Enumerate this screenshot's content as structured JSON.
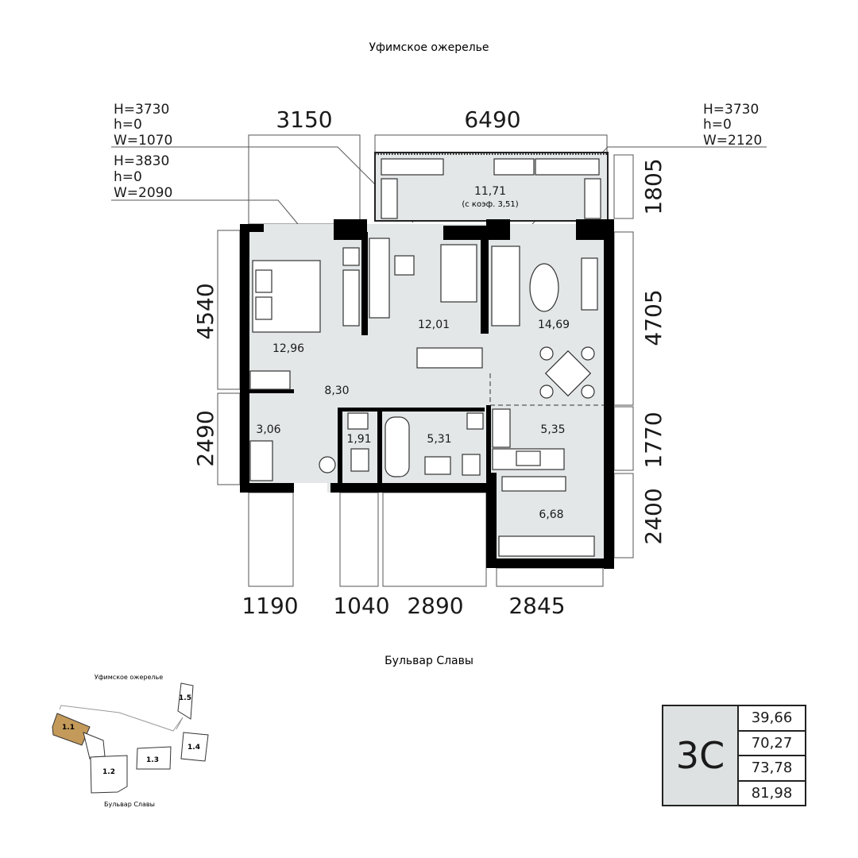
{
  "streets": {
    "top": "Уфимское ожерелье",
    "bottom": "Бульвар Славы"
  },
  "window_notes": [
    {
      "H": "H=3730",
      "h": "h=0",
      "W": "W=1070"
    },
    {
      "H": "H=3830",
      "h": "h=0",
      "W": "W=2090"
    },
    {
      "H": "H=3730",
      "h": "h=0",
      "W": "W=2120"
    }
  ],
  "dimensions": {
    "top": [
      "3150",
      "6490"
    ],
    "left": [
      "4540",
      "2490"
    ],
    "right": [
      "1805",
      "4705",
      "1770",
      "2400"
    ],
    "bottom": [
      "1190",
      "1040",
      "2890",
      "2845"
    ]
  },
  "rooms": {
    "balcony": {
      "area": "11,71",
      "note": "(с коэф. 3,51)"
    },
    "bedroom_left": "12,96",
    "bedroom_mid": "12,01",
    "living": "14,69",
    "hall": "8,30",
    "wardrobe": "3,06",
    "wc": "1,91",
    "bathroom": "5,31",
    "kitchen": "5,35",
    "storage": "6,68"
  },
  "minimap": {
    "street_top": "Уфимское ожерелье",
    "street_bottom": "Бульвар Славы",
    "sections": [
      "1.1",
      "1.2",
      "1.3",
      "1.4",
      "1.5"
    ],
    "highlight_color": "#c49a5a"
  },
  "legend": {
    "type": "3С",
    "values": [
      "39,66",
      "70,27",
      "73,78",
      "81,98"
    ]
  }
}
